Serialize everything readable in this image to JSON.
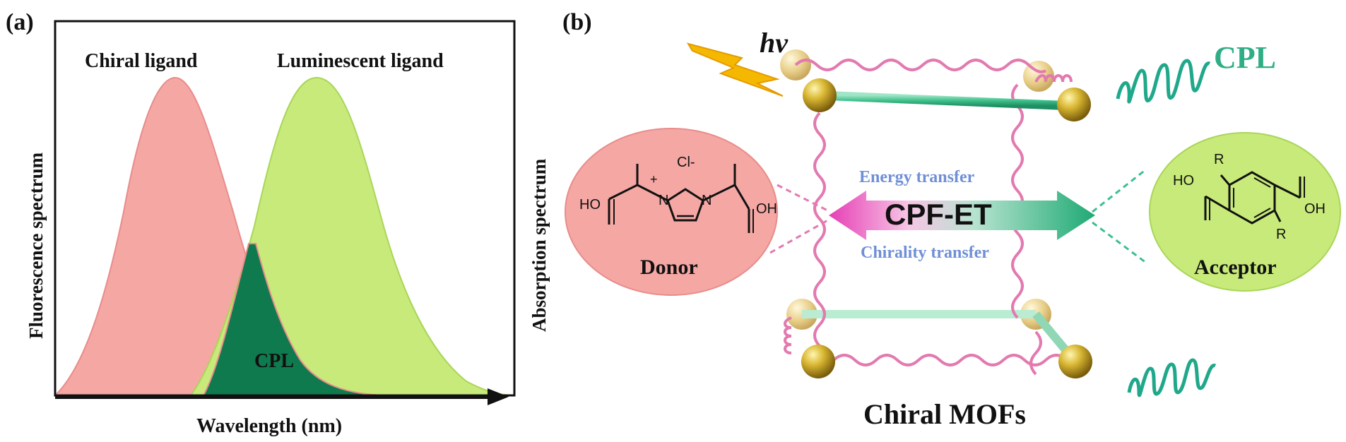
{
  "panel_a": {
    "label": "(a)",
    "chiral_ligand": "Chiral ligand",
    "luminescent_ligand": "Luminescent ligand",
    "y_left": "Fluorescence spectrum",
    "y_right": "Absorption spectrum",
    "x_axis": "Wavelength (nm)",
    "overlap": "CPL"
  },
  "panel_b": {
    "label": "(b)",
    "hv": "hν",
    "cpl": "CPL",
    "energy_transfer": "Energy  transfer",
    "main_arrow": "CPF-ET",
    "chirality_transfer": "Chirality transfer",
    "donor": "Donor",
    "acceptor": "Acceptor",
    "frame": "Chiral MOFs",
    "donor_chem": {
      "cl": "Cl-",
      "plus": "+",
      "n1": "N",
      "n2": "N",
      "ho": "HO",
      "oh": "OH"
    },
    "acceptor_chem": {
      "r1": "R",
      "r2": "R",
      "ho": "HO",
      "oh": "OH"
    }
  },
  "colors": {
    "pink": "#f4a7a3",
    "green_light": "#c8ea7a",
    "cpl_dark_green": "#0f7a4e",
    "teal": "#3dbf8f",
    "magenta": "#e63fb5",
    "blue_text": "#6f8fd6",
    "gold": "#c9a72a"
  }
}
